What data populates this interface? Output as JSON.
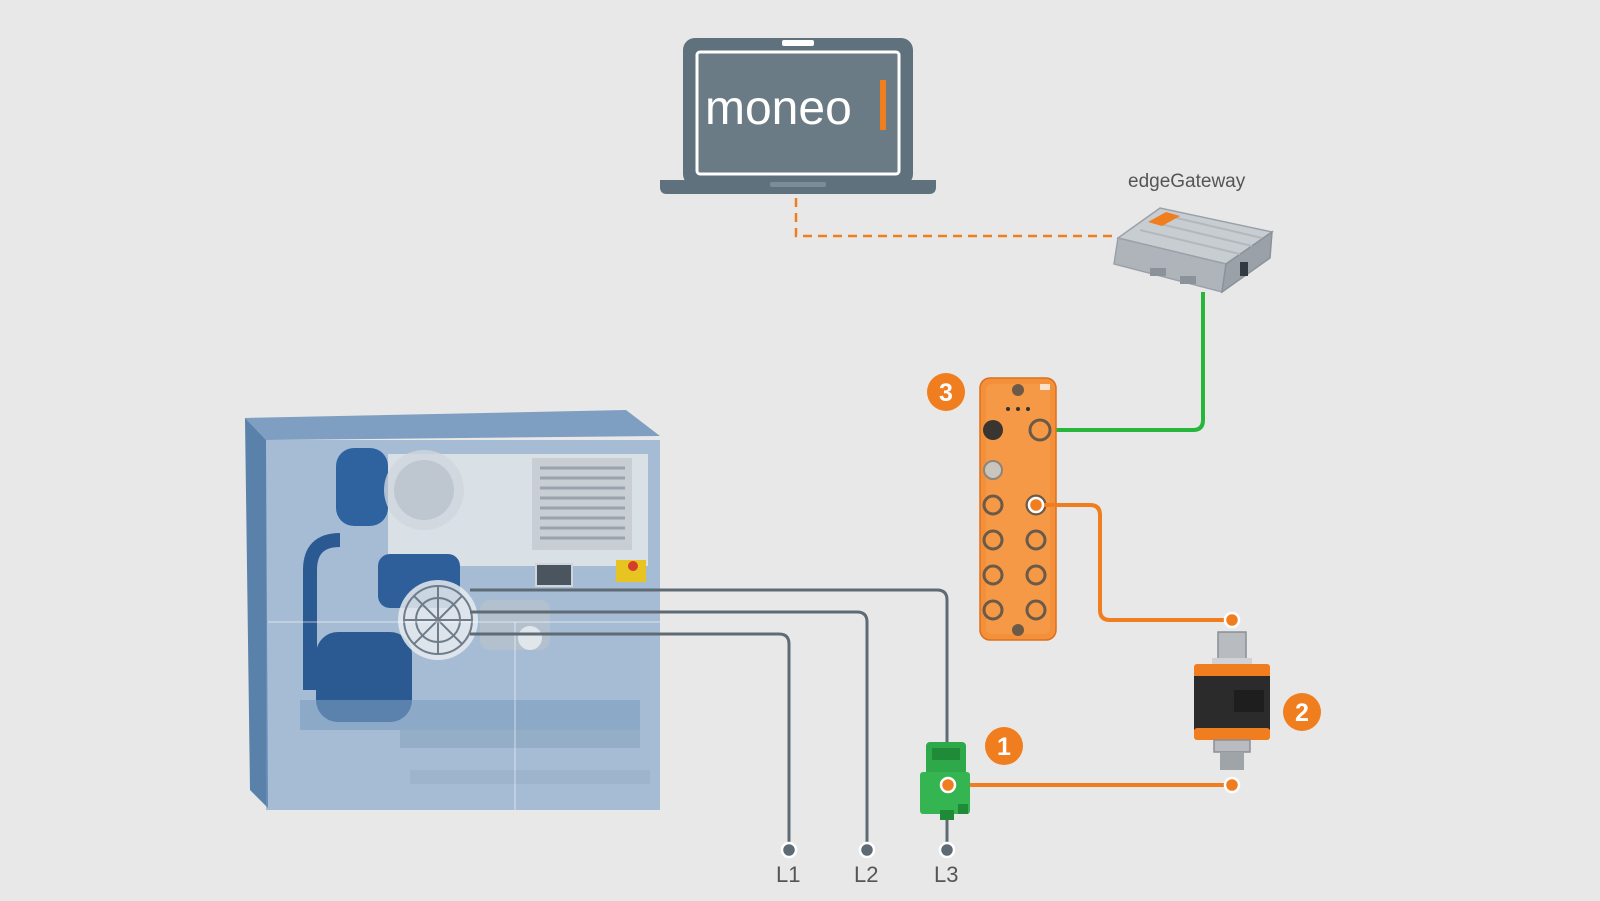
{
  "laptop": {
    "brand_text": "moneo",
    "screen_color": "#5f717c",
    "frame_color": "#5f717c",
    "cursor_color": "#f07d1e"
  },
  "gateway": {
    "label": "edgeGateway"
  },
  "badges": [
    {
      "number": "1"
    },
    {
      "number": "2"
    },
    {
      "number": "3"
    }
  ],
  "phases": [
    {
      "label": "L1"
    },
    {
      "label": "L2"
    },
    {
      "label": "L3"
    }
  ],
  "colors": {
    "orange": "#f07d1e",
    "green": "#27b63c",
    "cable_grey": "#5f6b74",
    "machine_blue": "#4d7fb2",
    "background": "#e8e8e8"
  }
}
